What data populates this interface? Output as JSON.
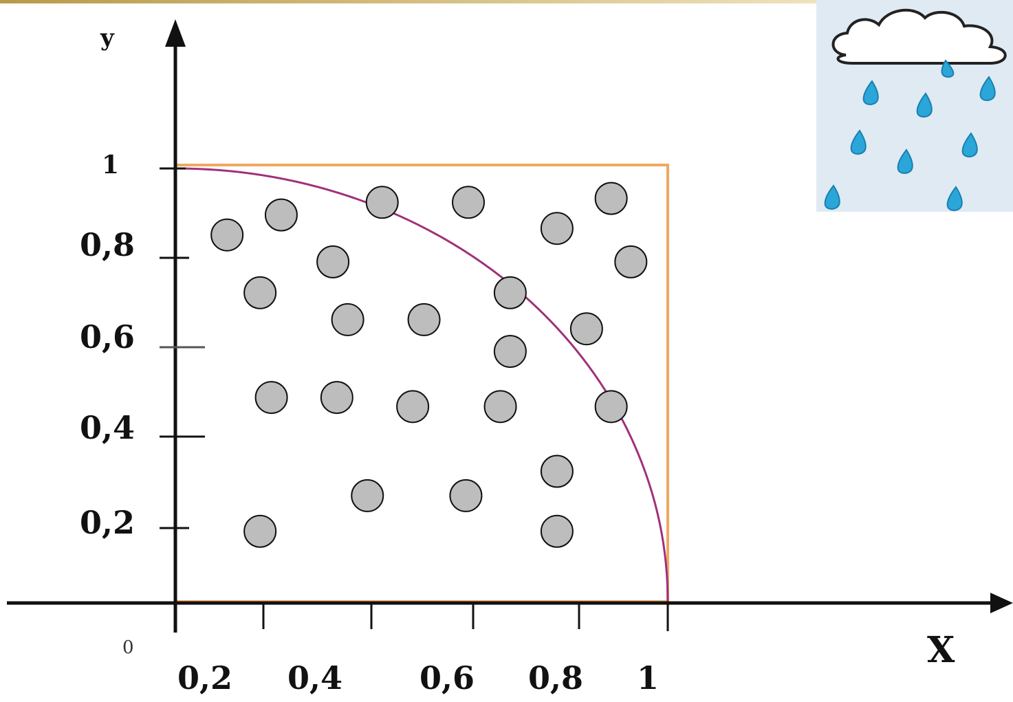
{
  "axes": {
    "y_name": "y",
    "x_name": "X",
    "origin_label": "0",
    "y_ticks": [
      {
        "value": 1,
        "label": "1"
      },
      {
        "value": 0.8,
        "label": "0,8"
      },
      {
        "value": 0.6,
        "label": "0,6"
      },
      {
        "value": 0.4,
        "label": "0,4"
      },
      {
        "value": 0.2,
        "label": "0,2"
      }
    ],
    "x_ticks": [
      {
        "value": 0.2,
        "label": "0,2"
      },
      {
        "value": 0.4,
        "label": "0,4"
      },
      {
        "value": 0.6,
        "label": "0,6"
      },
      {
        "value": 0.8,
        "label": "0,8"
      },
      {
        "value": 1,
        "label": "1"
      }
    ]
  },
  "shapes": {
    "square_color": "#f0a860",
    "arc_color": "#a0307a",
    "drop_fill": "#bdbdbd"
  },
  "drops": [
    [
      0.105,
      0.847
    ],
    [
      0.215,
      0.893
    ],
    [
      0.42,
      0.922
    ],
    [
      0.595,
      0.922
    ],
    [
      0.775,
      0.862
    ],
    [
      0.885,
      0.931
    ],
    [
      0.32,
      0.785
    ],
    [
      0.925,
      0.785
    ],
    [
      0.172,
      0.714
    ],
    [
      0.68,
      0.714
    ],
    [
      0.35,
      0.652
    ],
    [
      0.505,
      0.652
    ],
    [
      0.835,
      0.631
    ],
    [
      0.68,
      0.579
    ],
    [
      0.195,
      0.473
    ],
    [
      0.328,
      0.473
    ],
    [
      0.482,
      0.452
    ],
    [
      0.66,
      0.452
    ],
    [
      0.885,
      0.452
    ],
    [
      0.775,
      0.303
    ],
    [
      0.39,
      0.247
    ],
    [
      0.59,
      0.247
    ],
    [
      0.172,
      0.165
    ],
    [
      0.775,
      0.165
    ]
  ],
  "picture": {
    "icon": "rain-cloud-icon"
  }
}
